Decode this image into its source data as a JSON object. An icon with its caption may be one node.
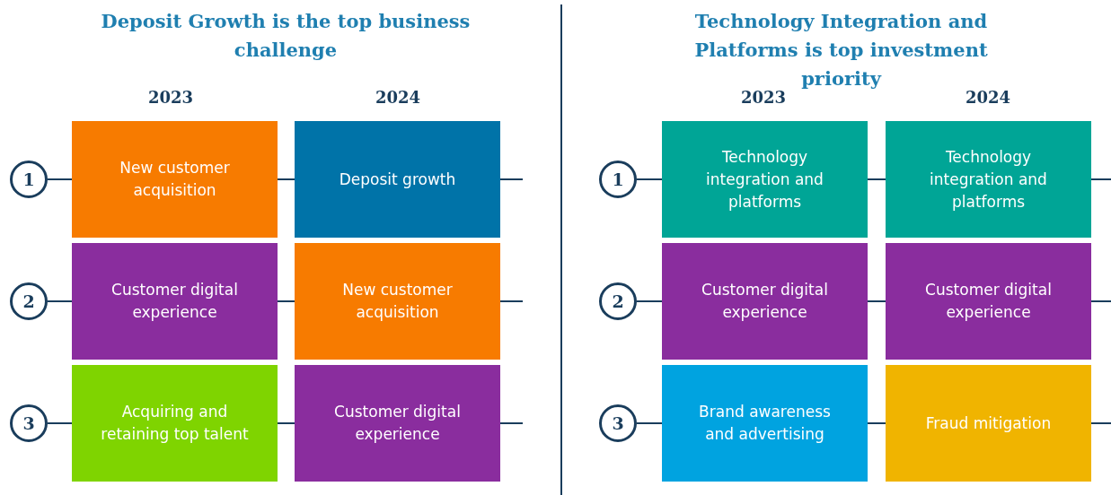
{
  "diagram": {
    "nodes": [
      {
        "text": [
          "1"
        ]
      },
      {
        "text": [
          "New customer acquisition"
        ]
      },
      {
        "text": [
          "Deposit growth"
        ]
      },
      {
        "text": [
          "2"
        ]
      },
      {
        "text": [
          "Customer digital experience"
        ]
      },
      {
        "text": [
          "New customer acquisition"
        ]
      },
      {
        "text": [
          "3"
        ]
      },
      {
        "text": [
          "Acquiring and retaining top talent"
        ]
      },
      {
        "text": [
          "Customer digital experience"
        ]
      },
      {
        "text": [
          "1"
        ]
      },
      {
        "text": [
          "Technology integration and platforms"
        ]
      },
      {
        "text": [
          "Technology integration and platforms"
        ]
      },
      {
        "text": [
          "2"
        ]
      },
      {
        "text": [
          "Customer digital experience"
        ]
      },
      {
        "text": [
          "Customer digital experience"
        ]
      },
      {
        "text": [
          "3"
        ]
      },
      {
        "text": [
          "Brand awareness and advertising"
        ]
      },
      {
        "text": [
          "Fraud mitigation"
        ]
      }
    ],
    "edges": [
      {
        "from": 0,
        "to": 1,
        "arrow": "none"
      },
      {
        "from": 1,
        "to": 2,
        "arrow": "none"
      },
      {
        "from": 2,
        "to": null,
        "arrow": "none"
      },
      {
        "from": 3,
        "to": 4,
        "arrow": "none"
      },
      {
        "from": 4,
        "to": 5,
        "arrow": "none"
      },
      {
        "from": 5,
        "to": null,
        "arrow": "none"
      },
      {
        "from": 6,
        "to": 7,
        "arrow": "none"
      },
      {
        "from": 7,
        "to": 8,
        "arrow": "none"
      },
      {
        "from": 8,
        "to": null,
        "arrow": "none"
      },
      {
        "from": 9,
        "to": 10,
        "arrow": "none"
      },
      {
        "from": 10,
        "to": 11,
        "arrow": "none"
      },
      {
        "from": 11,
        "to": null,
        "arrow": "none"
      },
      {
        "from": 12,
        "to": 13,
        "arrow": "none"
      },
      {
        "from": 13,
        "to": 14,
        "arrow": "none"
      },
      {
        "from": 14,
        "to": null,
        "arrow": "none"
      },
      {
        "from": 15,
        "to": 16,
        "arrow": "none"
      },
      {
        "from": 16,
        "to": 17,
        "arrow": "none"
      },
      {
        "from": 17,
        "to": null,
        "arrow": "none"
      }
    ],
    "labels": [
      "Deposit Growth is the top business challenge",
      "2023",
      "2024",
      "Technology Integration and Platforms is top investment priority",
      "2023",
      "2024"
    ]
  }
}
